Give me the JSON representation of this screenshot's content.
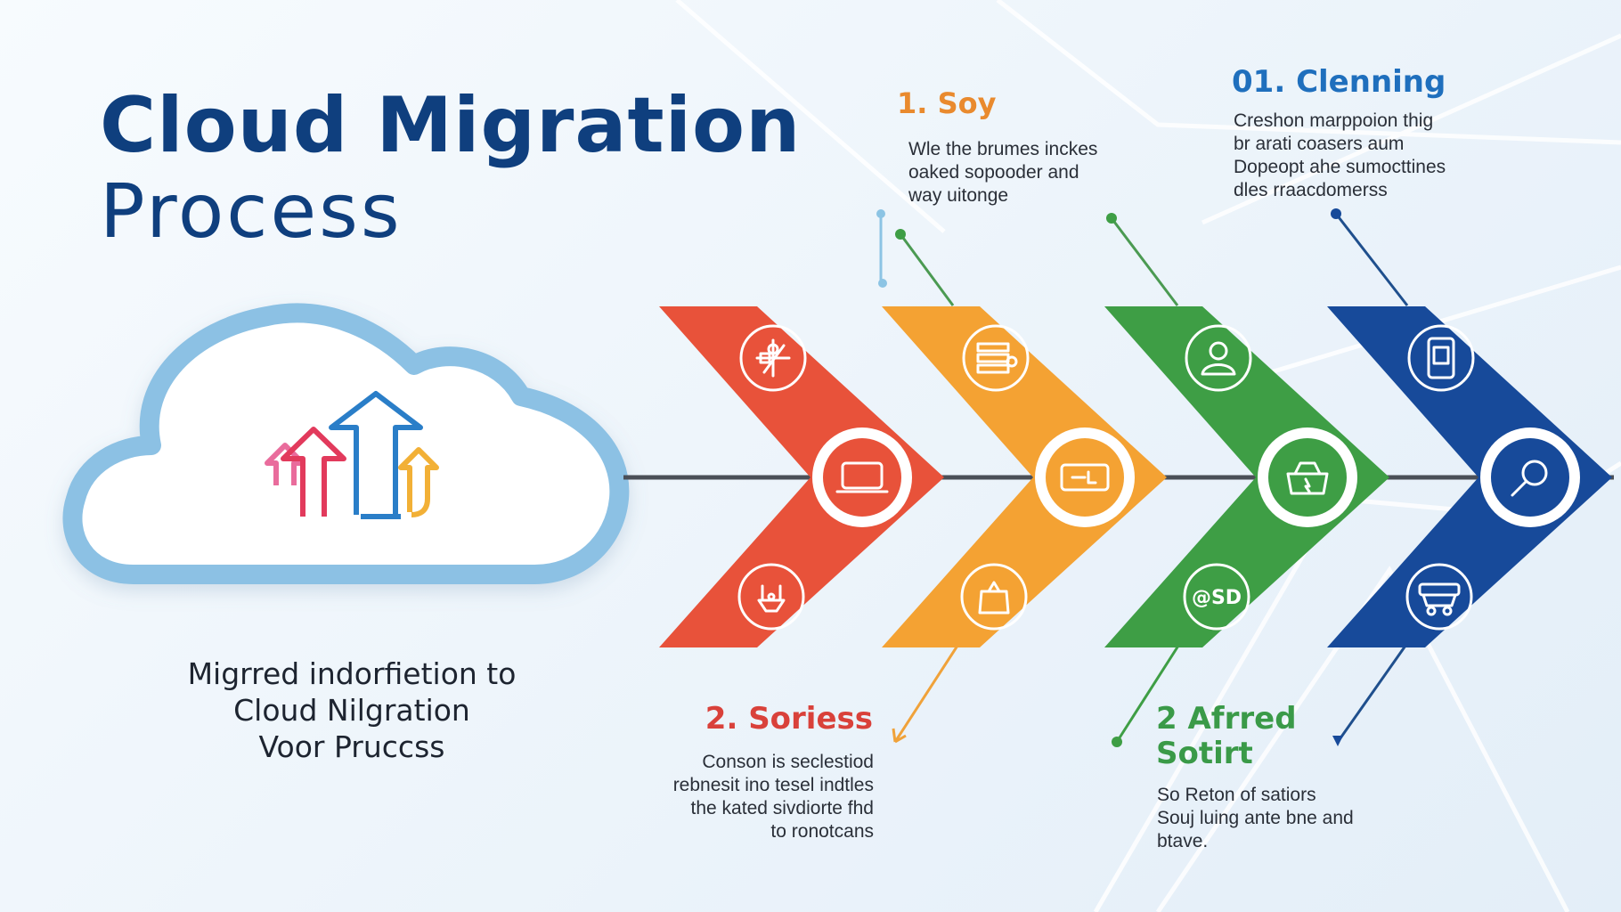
{
  "title": {
    "line1": "Cloud Migration",
    "line2": "Process"
  },
  "caption": [
    "Migrred indorfietion to",
    "Cloud Nilgration",
    "Voor Pruccss"
  ],
  "steps": [
    {
      "id": "step-soy",
      "heading": [
        "1. Soy"
      ],
      "color": "#e98a2e",
      "body": [
        "Wle the brumes inckes",
        "oaked sopooder and",
        "way uitonge"
      ]
    },
    {
      "id": "step-clenning",
      "heading": [
        "01. Clenning"
      ],
      "color": "#1f6fbd",
      "body": [
        "Creshon marppoion thig",
        "br arati coasers aum",
        "Dopeopt ahe sumocttines",
        "dles rraacdomerss"
      ]
    },
    {
      "id": "step-soriess",
      "heading": [
        "2. Soriess"
      ],
      "color": "#d9413a",
      "body": [
        "Conson is seclestiod",
        "rebnesit ino tesel indtles",
        "the kated sivdiorte fhd",
        "to ronotcans"
      ]
    },
    {
      "id": "step-affred",
      "heading": [
        "2 Afrred",
        "Sotirt"
      ],
      "color": "#3a9a48",
      "body": [
        "So Reton of satiors",
        "Souj luing ante bne and",
        "btave."
      ]
    }
  ],
  "chevrons": [
    {
      "color": "#e8523a",
      "icons": [
        "gear-cross-icon",
        "laptop-icon",
        "plug-icon"
      ]
    },
    {
      "color": "#f4a233",
      "icons": [
        "server-stack-icon",
        "data-transfer-icon",
        "shopping-bag-icon"
      ]
    },
    {
      "color": "#3e9e45",
      "icons": [
        "user-icon",
        "secure-box-icon",
        "code-icon"
      ]
    },
    {
      "color": "#174a9a",
      "icons": [
        "tablet-icon",
        "search-icon",
        "storage-cart-icon"
      ]
    }
  ],
  "cloud_icon": "upload-arrows-icon",
  "icon_labels": {
    "code-icon": "@SD"
  },
  "colors": {
    "cloud_outline": "#8cc1e4",
    "title": "#0f3f7e",
    "connector": "#4a4f57"
  }
}
